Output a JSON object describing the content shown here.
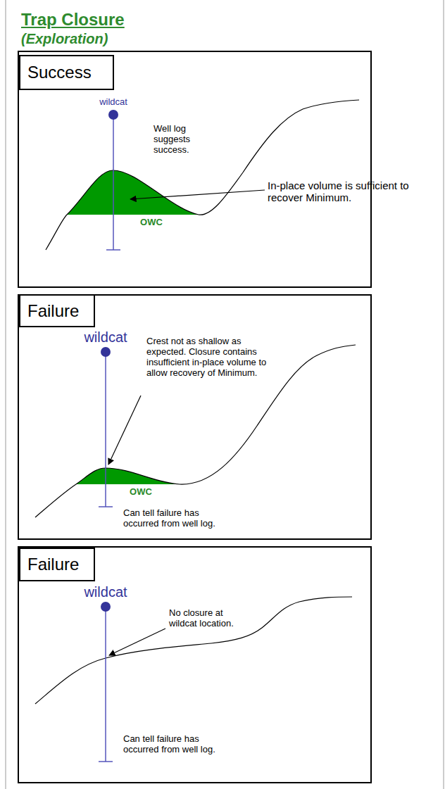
{
  "diagram": {
    "title": "Trap Closure",
    "nodes": [
      {
        "text": [
          "wildcat",
          "Well log suggests success.",
          "In-place volume is sufficient to recover Minimum.",
          "OWC"
        ]
      },
      {
        "text": [
          "Success"
        ],
        "in": 0
      },
      {
        "text": [
          "wildcat",
          "Crest not as shallow as expected. Closure contains insufficient in-place volume to allow recovery of Minimum.",
          "OWC",
          "Can tell failure has occurred from well log."
        ]
      },
      {
        "text": [
          "Failure"
        ],
        "in": 2
      },
      {
        "text": [
          "wildcat",
          "No closure at wildcat location.",
          "Can tell failure has occurred from well log."
        ]
      },
      {
        "text": [
          "Failure"
        ],
        "in": 4
      }
    ],
    "labels": [
      "(Exploration)"
    ]
  }
}
